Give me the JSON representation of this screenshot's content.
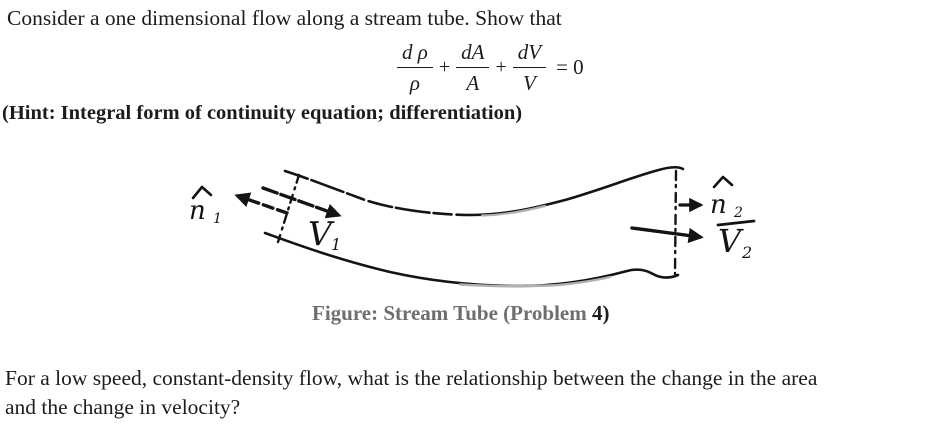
{
  "problem": {
    "intro": "Consider a one dimensional flow along a stream tube. Show that",
    "hint": "(Hint: Integral form of continuity equation; differentiation)"
  },
  "equation": {
    "terms": [
      {
        "num": "d ρ",
        "den": "ρ"
      },
      {
        "num": "dA",
        "den": "A"
      },
      {
        "num": "dV",
        "den": "V"
      }
    ],
    "plus": "+",
    "equals": "= 0"
  },
  "figure": {
    "caption_main": "Figure: Stream Tube (Problem ",
    "caption_problem": "4)",
    "labels": {
      "n1": "n",
      "n1_sub": "1",
      "v1": "V",
      "v1_sub": "1",
      "n2": "n",
      "n2_sub": "2",
      "v2": "V",
      "v2_sub": "2"
    },
    "ink": "#141414",
    "fade_gray": "#b0b0b0"
  },
  "question": {
    "line1": "For a low speed, constant-density flow, what is the relationship between the change in the area",
    "line2": "and the change in velocity?"
  }
}
